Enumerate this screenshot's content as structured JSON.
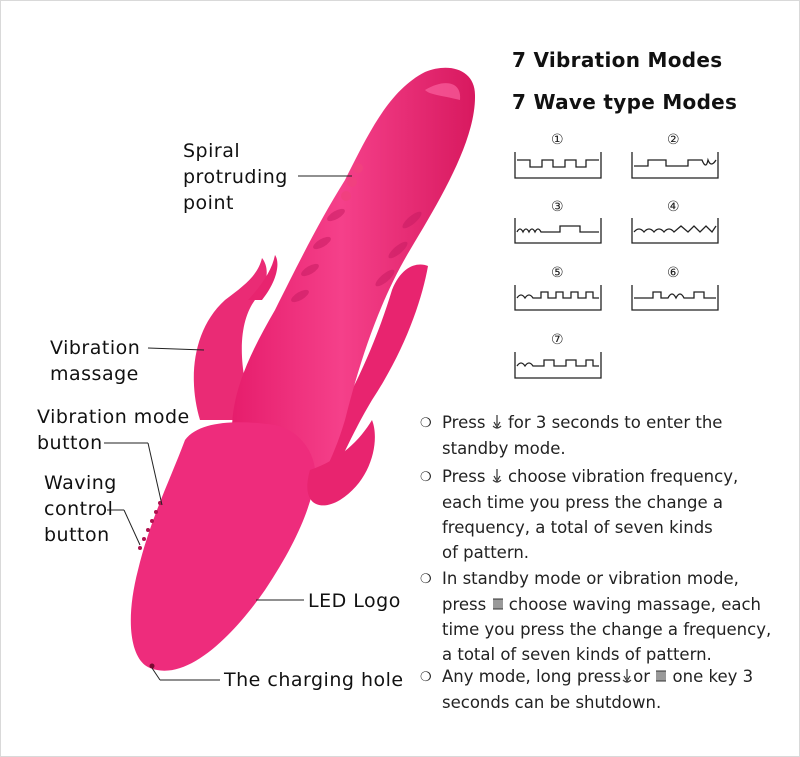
{
  "titles": {
    "vibration_modes": "7 Vibration Modes",
    "wave_modes": "7 Wave type  Modes"
  },
  "callouts": {
    "spiral": [
      "Spiral",
      "protruding",
      "point"
    ],
    "vibration_massage": [
      "Vibration",
      "massage"
    ],
    "vibration_mode_button": [
      "Vibration mode",
      "button"
    ],
    "waving_control_button": [
      "Waving",
      "control",
      "button"
    ],
    "led_logo": "LED Logo",
    "charging_hole": "The charging hole"
  },
  "wave_patterns": [
    {
      "number": "①"
    },
    {
      "number": "②"
    },
    {
      "number": "③"
    },
    {
      "number": "④"
    },
    {
      "number": "⑤"
    },
    {
      "number": "⑥"
    },
    {
      "number": "⑦"
    }
  ],
  "instructions": {
    "bullet": "❍",
    "item1": {
      "a": "Press",
      "b": "for 3 seconds to enter the",
      "c": "standby mode."
    },
    "item2": {
      "a": "Press",
      "b": "choose vibration frequency,",
      "c": "each time you press the change a",
      "d": "frequency, a total of seven kinds",
      "e": "of pattern."
    },
    "item3": {
      "a": "In standby mode or vibration mode,",
      "b": "press",
      "c": "choose waving massage, each",
      "d": "time you press the change a frequency,",
      "e": "a total of seven kinds of pattern."
    },
    "item4": {
      "a": "Any mode, long press",
      "b": "or",
      "c": "one key 3",
      "d": "seconds can be shutdown."
    }
  },
  "colors": {
    "product": "#ee2c7c",
    "product_shadow": "#c81c63",
    "product_highlight": "#ff6aa6"
  }
}
